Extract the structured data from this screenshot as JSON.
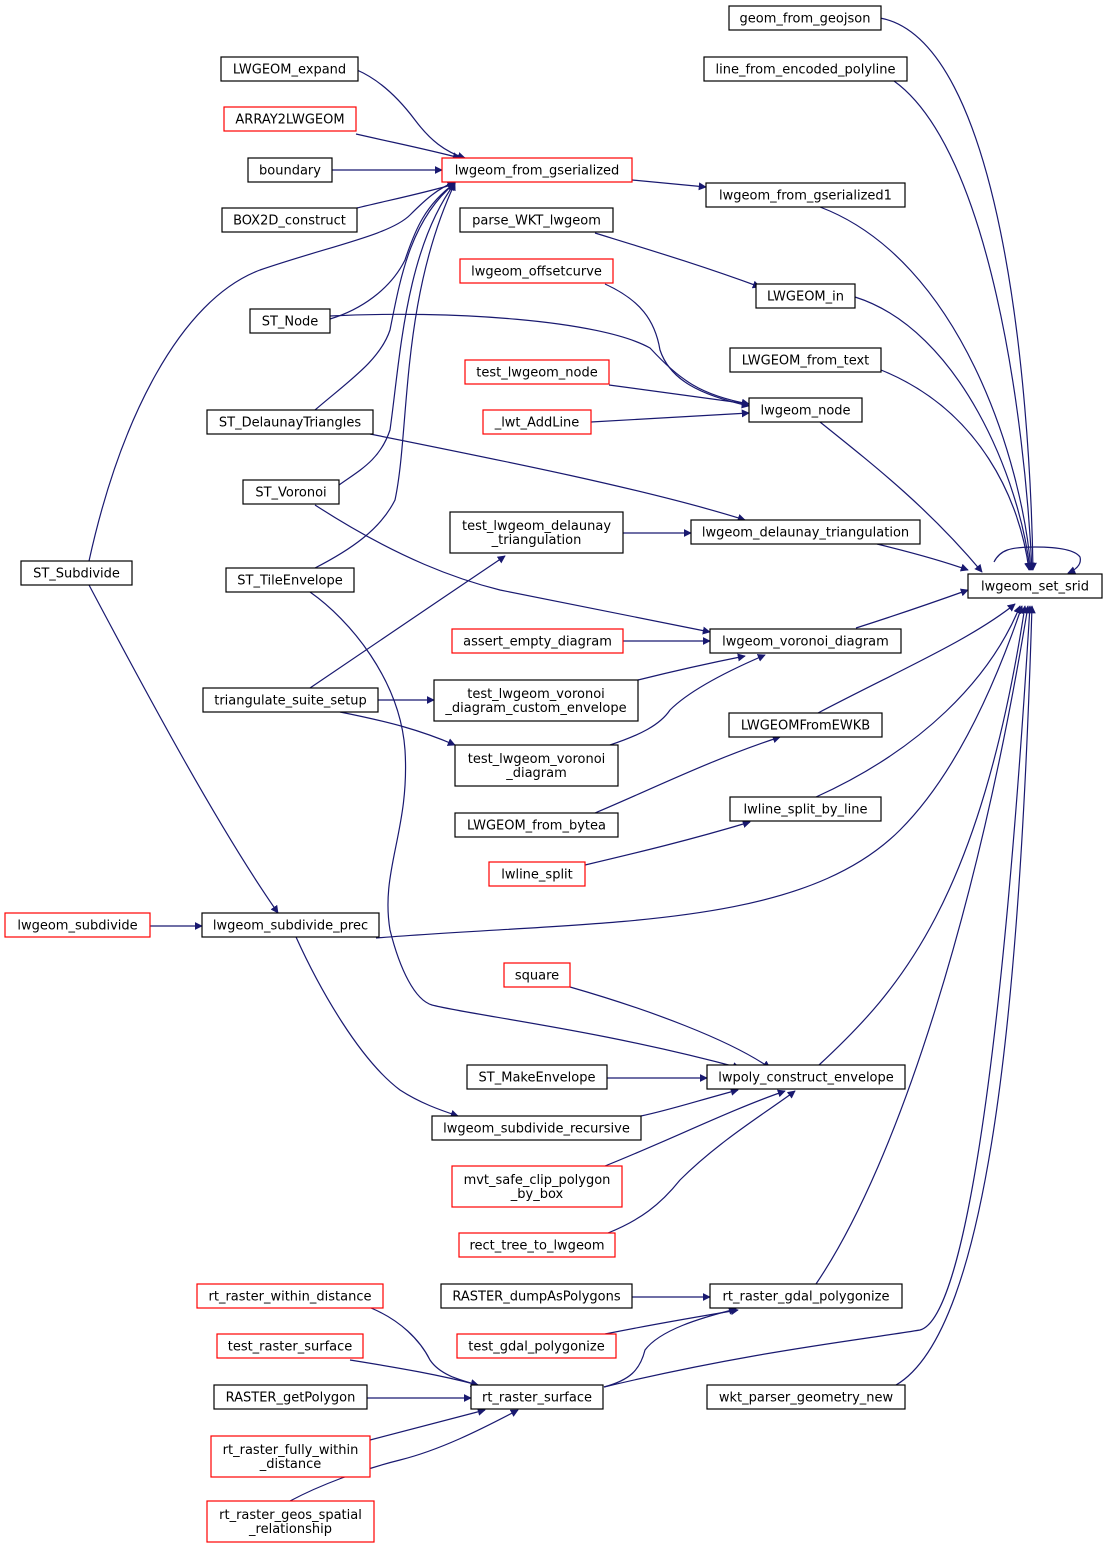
{
  "diagram": {
    "type": "call-graph",
    "colors": {
      "edge": "#191970",
      "node_border_normal": "#000000",
      "node_border_truncated": "#ff0000",
      "root_fill": "#bfbfbf",
      "node_fill": "#ffffff"
    },
    "root": "n_set_srid",
    "nodes": [
      {
        "id": "n_geom_from_geojson",
        "lines": [
          "geom_from_geojson"
        ],
        "style": "normal"
      },
      {
        "id": "n_lwgeom_expand",
        "lines": [
          "LWGEOM_expand"
        ],
        "style": "normal"
      },
      {
        "id": "n_line_from_encoded",
        "lines": [
          "line_from_encoded_polyline"
        ],
        "style": "normal"
      },
      {
        "id": "n_array2lwgeom",
        "lines": [
          "ARRAY2LWGEOM"
        ],
        "style": "truncated"
      },
      {
        "id": "n_boundary",
        "lines": [
          "boundary"
        ],
        "style": "normal"
      },
      {
        "id": "n_from_gserialized",
        "lines": [
          "lwgeom_from_gserialized"
        ],
        "style": "truncated"
      },
      {
        "id": "n_from_gserialized1",
        "lines": [
          "lwgeom_from_gserialized1"
        ],
        "style": "normal"
      },
      {
        "id": "n_box2d_construct",
        "lines": [
          "BOX2D_construct"
        ],
        "style": "normal"
      },
      {
        "id": "n_parse_wkt",
        "lines": [
          "parse_WKT_lwgeom"
        ],
        "style": "normal"
      },
      {
        "id": "n_offsetcurve",
        "lines": [
          "lwgeom_offsetcurve"
        ],
        "style": "truncated"
      },
      {
        "id": "n_lwgeom_in",
        "lines": [
          "LWGEOM_in"
        ],
        "style": "normal"
      },
      {
        "id": "n_st_node",
        "lines": [
          "ST_Node"
        ],
        "style": "normal"
      },
      {
        "id": "n_from_text",
        "lines": [
          "LWGEOM_from_text"
        ],
        "style": "normal"
      },
      {
        "id": "n_test_lwgeom_node",
        "lines": [
          "test_lwgeom_node"
        ],
        "style": "truncated"
      },
      {
        "id": "n_lwgeom_node",
        "lines": [
          "lwgeom_node"
        ],
        "style": "normal"
      },
      {
        "id": "n_lwt_addline",
        "lines": [
          "_lwt_AddLine"
        ],
        "style": "truncated"
      },
      {
        "id": "n_st_delaunay",
        "lines": [
          "ST_DelaunayTriangles"
        ],
        "style": "normal"
      },
      {
        "id": "n_st_voronoi",
        "lines": [
          "ST_Voronoi"
        ],
        "style": "normal"
      },
      {
        "id": "n_test_delaunay",
        "lines": [
          "test_lwgeom_delaunay",
          "_triangulation"
        ],
        "style": "normal"
      },
      {
        "id": "n_delaunay_tri",
        "lines": [
          "lwgeom_delaunay_triangulation"
        ],
        "style": "normal"
      },
      {
        "id": "n_st_subdivide",
        "lines": [
          "ST_Subdivide"
        ],
        "style": "normal"
      },
      {
        "id": "n_st_tileenvelope",
        "lines": [
          "ST_TileEnvelope"
        ],
        "style": "normal"
      },
      {
        "id": "n_set_srid",
        "lines": [
          "lwgeom_set_srid"
        ],
        "style": "root"
      },
      {
        "id": "n_assert_empty",
        "lines": [
          "assert_empty_diagram"
        ],
        "style": "truncated"
      },
      {
        "id": "n_voronoi_diagram",
        "lines": [
          "lwgeom_voronoi_diagram"
        ],
        "style": "normal"
      },
      {
        "id": "n_triangulate_setup",
        "lines": [
          "triangulate_suite_setup"
        ],
        "style": "normal"
      },
      {
        "id": "n_test_voronoi_custom",
        "lines": [
          "test_lwgeom_voronoi",
          "_diagram_custom_envelope"
        ],
        "style": "normal"
      },
      {
        "id": "n_from_ewkb",
        "lines": [
          "LWGEOMFromEWKB"
        ],
        "style": "normal"
      },
      {
        "id": "n_test_voronoi",
        "lines": [
          "test_lwgeom_voronoi",
          "_diagram"
        ],
        "style": "normal"
      },
      {
        "id": "n_split_by_line",
        "lines": [
          "lwline_split_by_line"
        ],
        "style": "normal"
      },
      {
        "id": "n_from_bytea",
        "lines": [
          "LWGEOM_from_bytea"
        ],
        "style": "normal"
      },
      {
        "id": "n_lwline_split",
        "lines": [
          "lwline_split"
        ],
        "style": "truncated"
      },
      {
        "id": "n_lwgeom_subdivide",
        "lines": [
          "lwgeom_subdivide"
        ],
        "style": "truncated"
      },
      {
        "id": "n_subdivide_prec",
        "lines": [
          "lwgeom_subdivide_prec"
        ],
        "style": "normal"
      },
      {
        "id": "n_square",
        "lines": [
          "square"
        ],
        "style": "truncated"
      },
      {
        "id": "n_st_makeenvelope",
        "lines": [
          "ST_MakeEnvelope"
        ],
        "style": "normal"
      },
      {
        "id": "n_construct_envelope",
        "lines": [
          "lwpoly_construct_envelope"
        ],
        "style": "normal"
      },
      {
        "id": "n_subdivide_recursive",
        "lines": [
          "lwgeom_subdivide_recursive"
        ],
        "style": "normal"
      },
      {
        "id": "n_mvt_clip",
        "lines": [
          "mvt_safe_clip_polygon",
          "_by_box"
        ],
        "style": "truncated"
      },
      {
        "id": "n_rect_tree",
        "lines": [
          "rect_tree_to_lwgeom"
        ],
        "style": "truncated"
      },
      {
        "id": "n_rt_within_distance",
        "lines": [
          "rt_raster_within_distance"
        ],
        "style": "truncated"
      },
      {
        "id": "n_dump_polygons",
        "lines": [
          "RASTER_dumpAsPolygons"
        ],
        "style": "normal"
      },
      {
        "id": "n_gdal_polygonize",
        "lines": [
          "rt_raster_gdal_polygonize"
        ],
        "style": "normal"
      },
      {
        "id": "n_test_raster_surface",
        "lines": [
          "test_raster_surface"
        ],
        "style": "truncated"
      },
      {
        "id": "n_test_gdal_polygonize",
        "lines": [
          "test_gdal_polygonize"
        ],
        "style": "truncated"
      },
      {
        "id": "n_raster_getpolygon",
        "lines": [
          "RASTER_getPolygon"
        ],
        "style": "normal"
      },
      {
        "id": "n_rt_raster_surface",
        "lines": [
          "rt_raster_surface"
        ],
        "style": "normal"
      },
      {
        "id": "n_wkt_parser",
        "lines": [
          "wkt_parser_geometry_new"
        ],
        "style": "normal"
      },
      {
        "id": "n_rt_fully_within",
        "lines": [
          "rt_raster_fully_within",
          "_distance"
        ],
        "style": "truncated"
      },
      {
        "id": "n_rt_geos_spatial",
        "lines": [
          "rt_raster_geos_spatial",
          "_relationship"
        ],
        "style": "truncated"
      }
    ]
  }
}
